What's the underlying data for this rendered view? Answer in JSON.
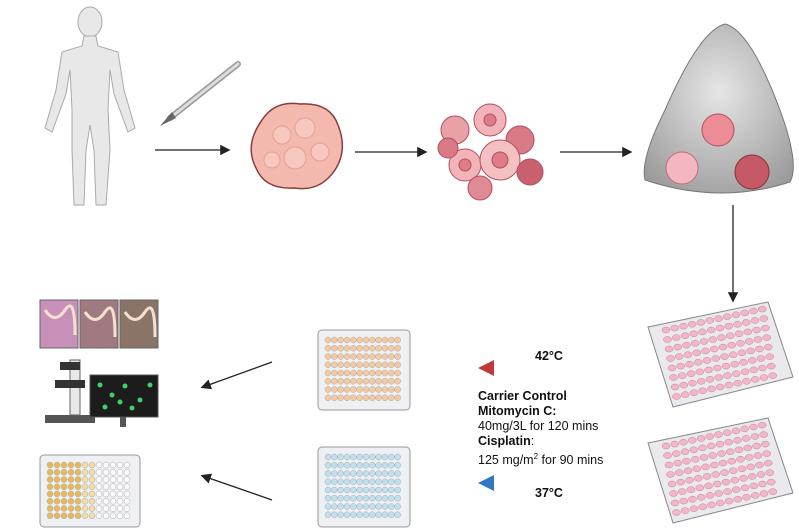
{
  "conditions": {
    "hot_temp": "42°C",
    "normal_temp": "37°C",
    "carrier_control": "Carrier Control",
    "mitomycin_label": "Mitomycin C:",
    "mitomycin_dose": "40mg/3L for 120 mins",
    "cisplatin_label": "Cisplatin",
    "cisplatin_colon": ":",
    "cisplatin_dose_prefix": "125 mg/m",
    "cisplatin_dose_sup": "2",
    "cisplatin_dose_suffix": " for 90 mins"
  },
  "colors": {
    "hot_arrow": "#c0393b",
    "normal_arrow": "#2f78c4",
    "arrow": "#222222",
    "well_pink": "#f2b6c8",
    "well_orange": "#f5c9a0",
    "well_blue": "#bfe0ee",
    "well_yellow": "#e9b85a",
    "tumor": "#f4b9ae"
  }
}
